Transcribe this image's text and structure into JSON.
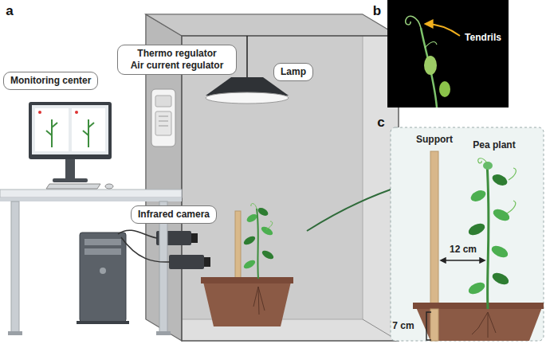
{
  "diagram": {
    "nodes": [
      {
        "text": [
          "Thermo regulator Air current regulator"
        ]
      },
      {
        "text": [
          "Lamp"
        ]
      },
      {
        "text": [
          "Monitoring center"
        ]
      },
      {
        "text": [
          "Infrared camera"
        ]
      }
    ],
    "labels": [
      "a",
      "b",
      "c",
      "Tendrils",
      "Support",
      "Pea plant",
      "12 cm",
      "7 cm"
    ]
  }
}
